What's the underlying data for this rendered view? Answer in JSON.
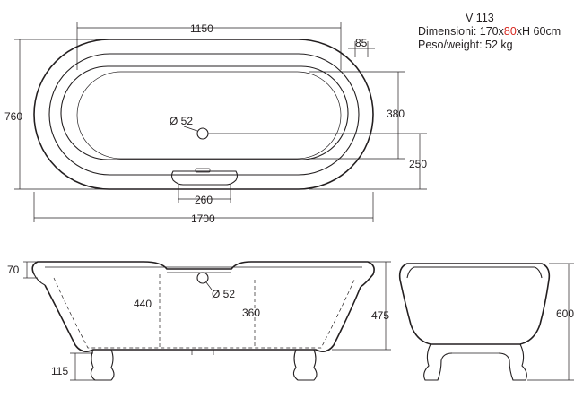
{
  "info": {
    "model": "V 113",
    "dimensions_label": "Dimensioni: ",
    "dim_a": "170x",
    "dim_b": "80",
    "dim_c": "xH 60cm",
    "weight": "Peso/weight: 52 kg"
  },
  "top_view": {
    "dim_inner_length": "1150",
    "dim_rim": "85",
    "dim_width": "760",
    "dim_inner_width": "380",
    "dim_drain_offset": "250",
    "drain": "Ø 52",
    "dim_handle": "260",
    "dim_total_length": "1700"
  },
  "side_view": {
    "dim_rim_height": "70",
    "dim_inner_depth": "440",
    "drain": "Ø 52",
    "dim_depth_center": "360",
    "dim_height": "475",
    "dim_foot": "115"
  },
  "end_view": {
    "dim_total_height": "600"
  },
  "colors": {
    "line": "#231f20",
    "highlight": "#d7261e"
  }
}
